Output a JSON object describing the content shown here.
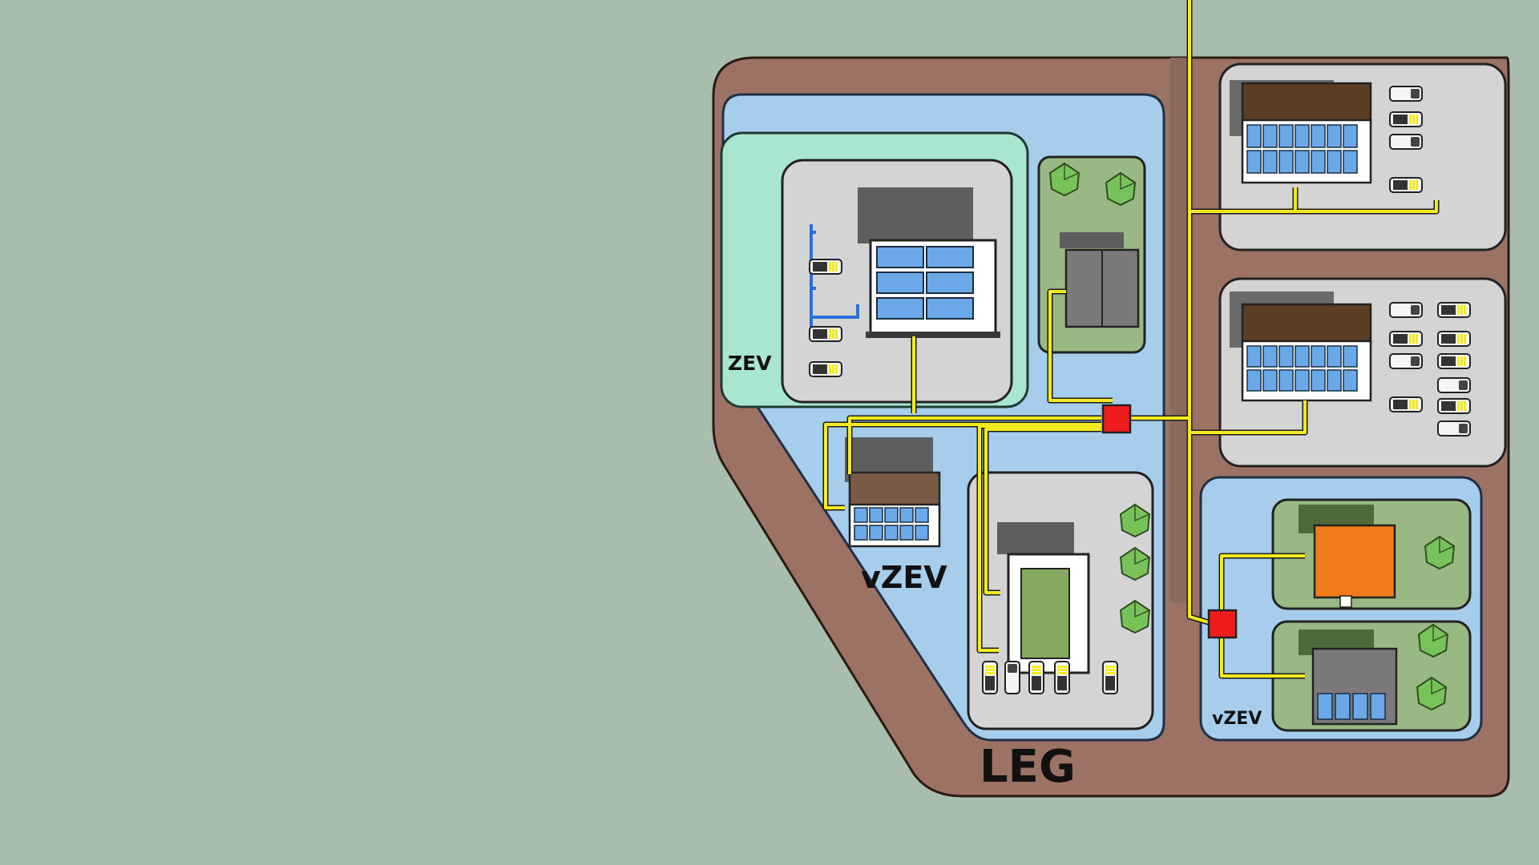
{
  "labels": {
    "zev": "ZEV",
    "vzev_main": "vZEV",
    "vzev_small": "vZEV",
    "leg": "LEG"
  },
  "colors": {
    "background": "#a8bdad",
    "leg_zone": "#9c7265",
    "vzev_zone": "#a6cdec",
    "zev_zone": "#a9e6d0",
    "lot": "#d4d4d4",
    "grass": "#9ab883",
    "power_line": "#f5ea1f",
    "junction": "#ee1c1c",
    "panel": "#6aa8e8",
    "roof_brown": "#5a3d23",
    "roof_orange": "#f07a1c",
    "tree": "#78c25a"
  },
  "icons": [
    "building-icon",
    "solar-panel-icon",
    "car-icon",
    "battery-icon",
    "tree-icon",
    "house-icon",
    "junction-box-icon"
  ]
}
